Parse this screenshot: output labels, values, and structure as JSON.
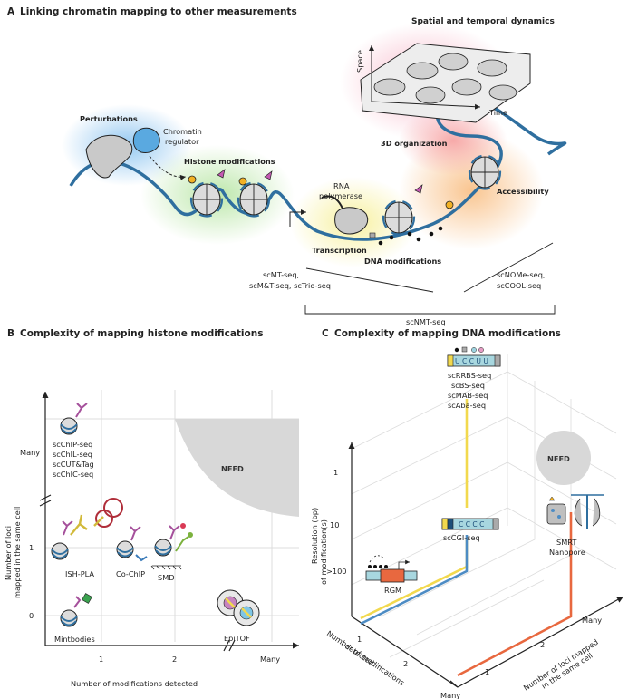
{
  "panel_a": {
    "letter": "A",
    "heading": "Linking chromatin mapping to other measurements",
    "spatial_label": "Spatial and temporal dynamics",
    "space_axis": "Space",
    "time_axis": "Time",
    "perturbations": "Perturbations",
    "chromatin_regulator_1": "Chromatin",
    "chromatin_regulator_2": "regulator",
    "histone_mods": "Histone modifications",
    "organization_3d": "3D organization",
    "rna_pol_1": "RNA",
    "rna_pol_2": "polymerase",
    "accessibility": "Accessibility",
    "transcription": "Transcription",
    "dna_mods": "DNA modifications",
    "methods_left_1": "scMT-seq,",
    "methods_left_2": "scM&T-seq, scTrio-seq",
    "methods_right_1": "scNOMe-seq,",
    "methods_right_2": "scCOOL-seq",
    "methods_bottom": "scNMT-seq"
  },
  "panel_b": {
    "letter": "B",
    "heading": "Complexity of mapping histone modifications",
    "y_title_1": "Number of loci",
    "y_title_2": "mapped in the same cell",
    "x_title": "Number of modifications detected",
    "y_ticks": [
      "Many",
      "1",
      "0"
    ],
    "x_ticks": [
      "1",
      "2",
      "Many"
    ],
    "need": "NEED",
    "methods_many": [
      "scChIP-seq",
      "scChIL-seq",
      "scCUT&Tag",
      "scChIC-seq"
    ],
    "ish_pla": "ISH-PLA",
    "co_chip": "Co-ChIP",
    "smd": "SMD",
    "mintbodies": "Mintbodies",
    "epitof": "EpiTOF"
  },
  "panel_c": {
    "letter": "C",
    "heading": "Complexity of mapping DNA modifications",
    "y_title_1": "Resolution (bp)",
    "y_title_2": "of modification(s)",
    "y_ticks": [
      "1",
      "10",
      ">100"
    ],
    "x_title_1": "Number of modifications",
    "x_title_2": "detected",
    "x_ticks": [
      "1",
      "2",
      "Many"
    ],
    "z_title_1": "Number of loci mapped",
    "z_title_2": "in the same cell",
    "z_ticks": [
      "1",
      "2",
      "Many"
    ],
    "need": "NEED",
    "methods_top": [
      "scRRBS-seq",
      "scBS-seq",
      "scMAB-seq",
      "scAba-seq"
    ],
    "seq_top": "U C C U U",
    "scCGI": "scCGI-seq",
    "seq_mid": "C C C C",
    "rgm": "RGM",
    "smrt": "SMRT",
    "nanopore": "Nanopore"
  },
  "colors": {
    "dna": "#2f6f9f",
    "nucleosome": "#d9d9d9",
    "need": "#d8d8d8",
    "line_yellow": "#f2d94e",
    "line_blue": "#4d8cc4",
    "line_orange": "#e8683f"
  }
}
